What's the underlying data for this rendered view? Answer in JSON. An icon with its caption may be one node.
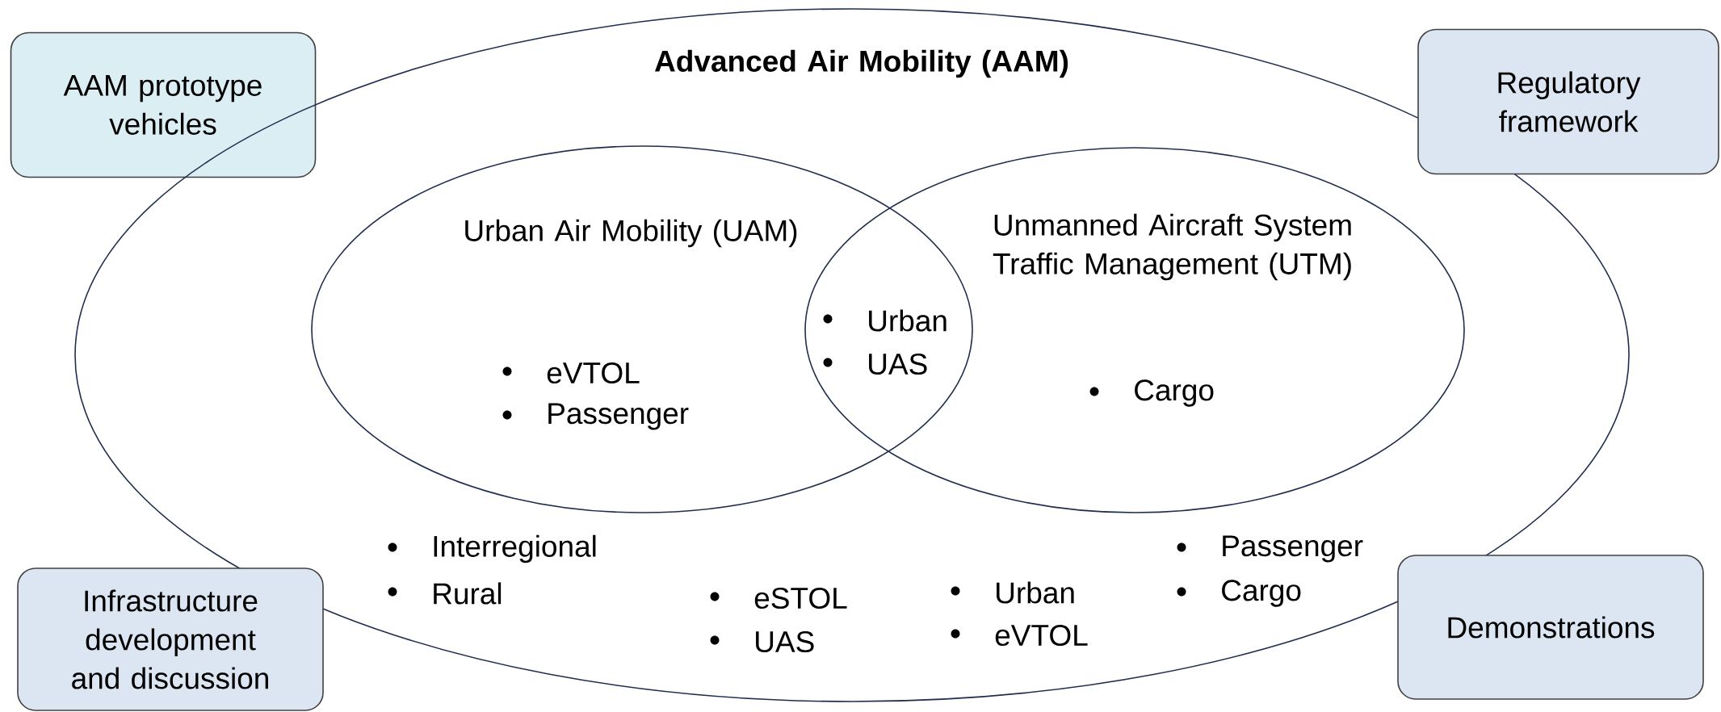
{
  "diagram": {
    "nodes": [
      {
        "text": [
          "AAM prototype vehicles"
        ]
      },
      {
        "text": [
          "Advanced Air Mobility (AAM)",
          "Interregional",
          "Rural",
          "eSTOL",
          "UAS",
          "Urban",
          "eVTOL",
          "Passenger",
          "Cargo"
        ]
      },
      {
        "text": [
          "Regulatory framework"
        ]
      },
      {
        "text": [
          "Urban Air Mobility (UAM)",
          "eVTOL",
          "Passenger"
        ],
        "in": 1
      },
      {
        "text": [
          "Unmanned Aircraft System Traffic Management (UTM)",
          "Cargo"
        ],
        "in": 1
      },
      {
        "text": [
          "Infrastructure development and discussion"
        ]
      },
      {
        "text": [
          "Demonstrations"
        ]
      }
    ],
    "labels": [
      "Urban",
      "UAS"
    ]
  }
}
